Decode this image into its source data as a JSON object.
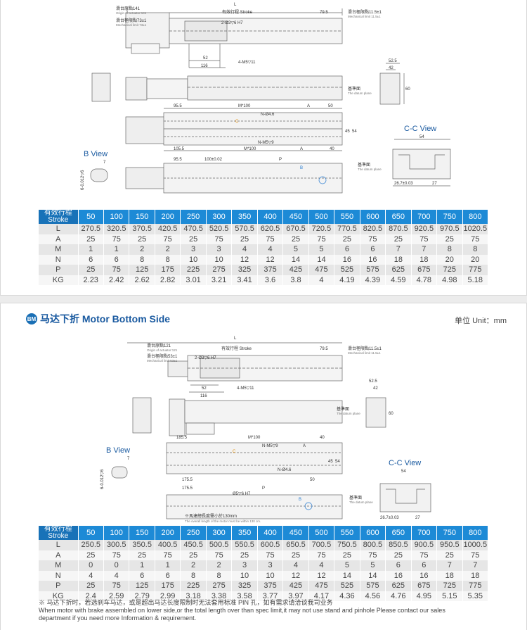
{
  "section1": {
    "drawing": {
      "labels": {
        "origin_cn": "滑台原點141",
        "origin_en": "Origin of actuator:141",
        "mech_left_cn": "滑台極限點73±1",
        "mech_left_en": "Mechanical limit 73±1",
        "stroke": "有效行程 Stroke",
        "mech_right_cn": "滑台極限點11.5±1",
        "mech_right_en": "Mechanical limit 11.5±1",
        "L": "L",
        "d795": "79.5",
        "hole": "2-Ø3▽6 H7",
        "d52": "52",
        "d116": "116",
        "m5": "4-M5▽11",
        "datum_cn": "基準面",
        "datum_en": "The datum plane",
        "d525": "52.5",
        "d42": "42",
        "d60": "60",
        "d955": "95.5",
        "m100": "M*100",
        "A": "A",
        "d50": "50",
        "n46": "N-Ø4.6",
        "d45": "45",
        "d54": "54",
        "d1055": "105.5",
        "nm5": "N-M5▽9",
        "d40": "40",
        "cc_view": "C-C View",
        "cc54": "54",
        "b_view": "B View",
        "b7": "7",
        "b6": "6",
        "b6tol": "6-0.012▽6",
        "d100": "100±0.02",
        "P": "P",
        "d267": "26.7±0.03",
        "d27": "27",
        "C": "C",
        "B": "B"
      }
    },
    "table": {
      "header_cn": "有效行程",
      "header_en": "Stroke",
      "strokes": [
        "50",
        "100",
        "150",
        "200",
        "250",
        "300",
        "350",
        "400",
        "450",
        "500",
        "550",
        "600",
        "650",
        "700",
        "750",
        "800"
      ],
      "rows": [
        {
          "label": "L",
          "values": [
            "270.5",
            "320.5",
            "370.5",
            "420.5",
            "470.5",
            "520.5",
            "570.5",
            "620.5",
            "670.5",
            "720.5",
            "770.5",
            "820.5",
            "870.5",
            "920.5",
            "970.5",
            "1020.5"
          ]
        },
        {
          "label": "A",
          "values": [
            "25",
            "75",
            "25",
            "75",
            "25",
            "75",
            "25",
            "75",
            "25",
            "75",
            "25",
            "75",
            "25",
            "75",
            "25",
            "75"
          ]
        },
        {
          "label": "M",
          "values": [
            "1",
            "1",
            "2",
            "2",
            "3",
            "3",
            "4",
            "4",
            "5",
            "5",
            "6",
            "6",
            "7",
            "7",
            "8",
            "8"
          ]
        },
        {
          "label": "N",
          "values": [
            "6",
            "6",
            "8",
            "8",
            "10",
            "10",
            "12",
            "12",
            "14",
            "14",
            "16",
            "16",
            "18",
            "18",
            "20",
            "20"
          ]
        },
        {
          "label": "P",
          "values": [
            "25",
            "75",
            "125",
            "175",
            "225",
            "275",
            "325",
            "375",
            "425",
            "475",
            "525",
            "575",
            "625",
            "675",
            "725",
            "775"
          ]
        },
        {
          "label": "KG",
          "values": [
            "2.23",
            "2.42",
            "2.62",
            "2.82",
            "3.01",
            "3.21",
            "3.41",
            "3.6",
            "3.8",
            "4",
            "4.19",
            "4.39",
            "4.59",
            "4.78",
            "4.98",
            "5.18"
          ]
        }
      ]
    }
  },
  "section2": {
    "badge": "BM",
    "title": "马达下折 Motor Bottom Side",
    "unit": "单位 Unit：mm",
    "drawing": {
      "labels": {
        "L": "L",
        "origin_cn": "滑台原點121",
        "origin_en": "Origin of actuator:121",
        "mech_left_cn": "滑台極限點53±1",
        "mech_left_en": "Mechanical limit 53±1",
        "stroke": "有效行程 Stroke",
        "d795": "79.5",
        "mech_right_cn": "滑台極限點11.5±1",
        "mech_right_en": "Mechanical limit 11.5±1",
        "hole": "2-Ø3▽6 H7",
        "d52": "52",
        "d116": "116",
        "m5": "4-M5▽11",
        "d525": "52.5",
        "d42": "42",
        "d60": "60",
        "datum_cn": "基準面",
        "datum_en": "The datum plane",
        "d1855": "185.5",
        "m100": "M*100",
        "d40": "40",
        "nm5": "N-M5▽9",
        "A": "A",
        "d45": "45",
        "d54": "54",
        "b_view": "B View",
        "b7": "7",
        "b6tol": "6-0.012▽6",
        "n46": "N-Ø4.6",
        "cc_view": "C-C View",
        "cc54": "54",
        "d1755a": "175.5",
        "d50": "50",
        "d1755b": "175.5",
        "P": "P",
        "hole2": "Ø5▽6 H7",
        "d267": "26.7±0.03",
        "d27": "27",
        "overall_cn": "※馬達總長度需小於130mm",
        "overall_en": "The overall length of the motor must be within 130 cm.",
        "C": "C",
        "B": "B"
      }
    },
    "table": {
      "header_cn": "有效行程",
      "header_en": "Stroke",
      "strokes": [
        "50",
        "100",
        "150",
        "200",
        "250",
        "300",
        "350",
        "400",
        "450",
        "500",
        "550",
        "600",
        "650",
        "700",
        "750",
        "800"
      ],
      "rows": [
        {
          "label": "L",
          "values": [
            "250.5",
            "300.5",
            "350.5",
            "400.5",
            "450.5",
            "500.5",
            "550.5",
            "600.5",
            "650.5",
            "700.5",
            "750.5",
            "800.5",
            "850.5",
            "900.5",
            "950.5",
            "1000.5"
          ]
        },
        {
          "label": "A",
          "values": [
            "25",
            "75",
            "25",
            "75",
            "25",
            "75",
            "25",
            "75",
            "25",
            "75",
            "25",
            "75",
            "25",
            "75",
            "25",
            "75"
          ]
        },
        {
          "label": "M",
          "values": [
            "0",
            "0",
            "1",
            "1",
            "2",
            "2",
            "3",
            "3",
            "4",
            "4",
            "5",
            "5",
            "6",
            "6",
            "7",
            "7"
          ]
        },
        {
          "label": "N",
          "values": [
            "4",
            "4",
            "6",
            "6",
            "8",
            "8",
            "10",
            "10",
            "12",
            "12",
            "14",
            "14",
            "16",
            "16",
            "18",
            "18"
          ]
        },
        {
          "label": "P",
          "values": [
            "25",
            "75",
            "125",
            "175",
            "225",
            "275",
            "325",
            "375",
            "425",
            "475",
            "525",
            "575",
            "625",
            "675",
            "725",
            "775"
          ]
        },
        {
          "label": "KG",
          "values": [
            "2.4",
            "2.59",
            "2.79",
            "2.99",
            "3.18",
            "3.38",
            "3.58",
            "3.77",
            "3.97",
            "4.17",
            "4.36",
            "4.56",
            "4.76",
            "4.95",
            "5.15",
            "5.35"
          ]
        }
      ]
    },
    "note": {
      "cn": "※ 马达下折时，若选刹车马达，或是超出马达长度限制时无法套用标准 PIN 孔，如有需求请洽谈我司业务",
      "en1": "When motor with brake assembled on lower side,or the total length over than spec limit,it may not use stand and pinhole Please contact our sales",
      "en2": "department if you need more Information & requirement."
    }
  }
}
